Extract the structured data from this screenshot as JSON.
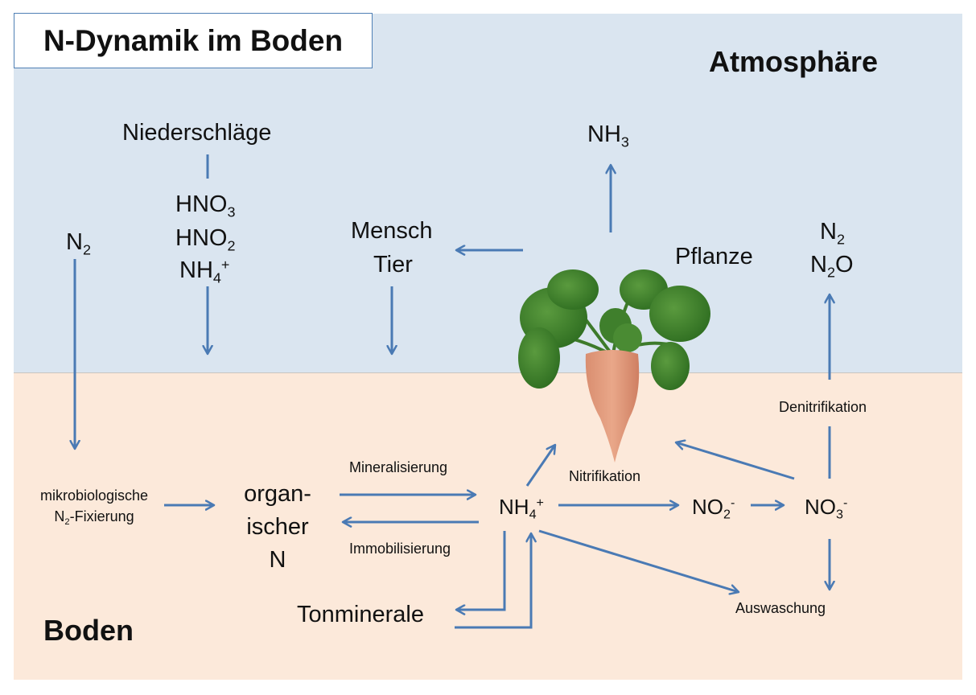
{
  "title": "N-Dynamik im Boden",
  "zones": {
    "atmosphere": {
      "label": "Atmosphäre",
      "color": "#dae5f0"
    },
    "soil": {
      "label": "Boden",
      "color": "#fce9da"
    }
  },
  "arrow_color": "#4a7ab4",
  "nodes": {
    "precipitation": "Niederschläge",
    "hno3": {
      "base": "HNO",
      "sub": "3"
    },
    "hno2": {
      "base": "HNO",
      "sub": "2"
    },
    "nh4_atmo": {
      "base": "NH",
      "sub": "4",
      "sup": "+"
    },
    "n2_left": {
      "base": "N",
      "sub": "2"
    },
    "human": "Mensch",
    "animal": "Tier",
    "nh3": {
      "base": "NH",
      "sub": "3"
    },
    "plant": "Pflanze",
    "n2_right": {
      "base": "N",
      "sub": "2"
    },
    "n2o": {
      "base": "N",
      "sub": "2",
      "suffix": "O"
    },
    "fixation_line1": "mikrobiologische",
    "fixation_line2": {
      "base": "N",
      "sub": "2",
      "suffix": "-Fixierung"
    },
    "organic_line1": "organ-",
    "organic_line2": "ischer",
    "organic_line3": "N",
    "nh4_soil": {
      "base": "NH",
      "sub": "4",
      "sup": "+"
    },
    "no2": {
      "base": "NO",
      "sub": "2",
      "sup": "-"
    },
    "no3": {
      "base": "NO",
      "sub": "3",
      "sup": "-"
    },
    "clay": "Tonminerale"
  },
  "processes": {
    "mineralization": "Mineralisierung",
    "immobilization": "Immobilisierung",
    "nitrification": "Nitrifikation",
    "denitrification": "Denitrifikation",
    "leaching": "Auswaschung"
  },
  "image": {
    "name": "sugar-beet",
    "description": "Zuckerrübe (Pflanze) mit Blättern und Rübenkörper"
  }
}
